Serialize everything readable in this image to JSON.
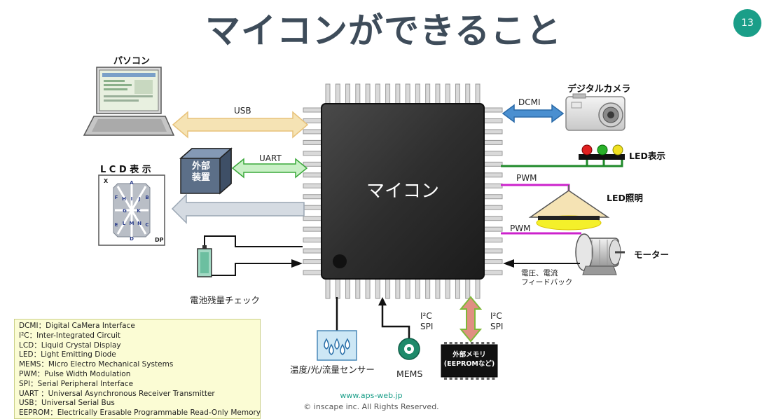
{
  "slide": {
    "title": "マイコンができること",
    "page_number": "13"
  },
  "chip": {
    "label": "マイコン"
  },
  "peripherals": {
    "pc": "パソコン",
    "usb": "USB",
    "uart": "UART",
    "external_device": "外部\n装置",
    "lcd_display": "L C D 表 示",
    "battery_check": "電池残量チェック",
    "sensor": "温度/光/流量センサー",
    "mems": "MEMS",
    "i2c_spi_left": "I²C\nSPI",
    "i2c_spi_right": "I²C\nSPI",
    "external_memory": "外部メモリ\n(EEPROMなど)",
    "dcmi": "DCMI",
    "camera": "デジタルカメラ",
    "led_display": "LED表示",
    "pwm_top": "PWM",
    "led_lighting": "LED照明",
    "pwm_bottom": "PWM",
    "motor": "モーター",
    "feedback": "電圧、電流\nフィードバック"
  },
  "lcd_segments": [
    "A",
    "B",
    "C",
    "D",
    "E",
    "F",
    "G",
    "H",
    "I",
    "J",
    "K",
    "L",
    "M",
    "N"
  ],
  "lcd_corner_labels": [
    "X",
    "DP"
  ],
  "legend": [
    "DCMI：Digital CaMera Interface",
    "I²C：Inter-Integrated Circuit",
    "LCD：Liquid Crystal Display",
    "LED：Light Emitting Diode",
    "MEMS：Micro Electro Mechanical Systems",
    "PWM：Pulse Width Modulation",
    "SPI：Serial Peripheral Interface",
    "UART ：Universal Asynchronous Receiver Transmitter",
    "USB：Universal Serial Bus",
    "EEPROM：Electrically Erasable Programmable Read-Only Memory"
  ],
  "footer": {
    "url": "www.aps-web.jp",
    "copyright": "© inscape inc. All Rights Reserved."
  },
  "colors": {
    "title": "#3e4c5a",
    "badge": "#1a9e88",
    "usb_arrow": "#f5e3b4",
    "uart_arrow": "#c9f0c6",
    "dcmi_arrow": "#4a8fd0",
    "pwm_line": "#cc22cc",
    "led_line": "#1f8a2a",
    "memory_arrow": "#e08f82"
  }
}
